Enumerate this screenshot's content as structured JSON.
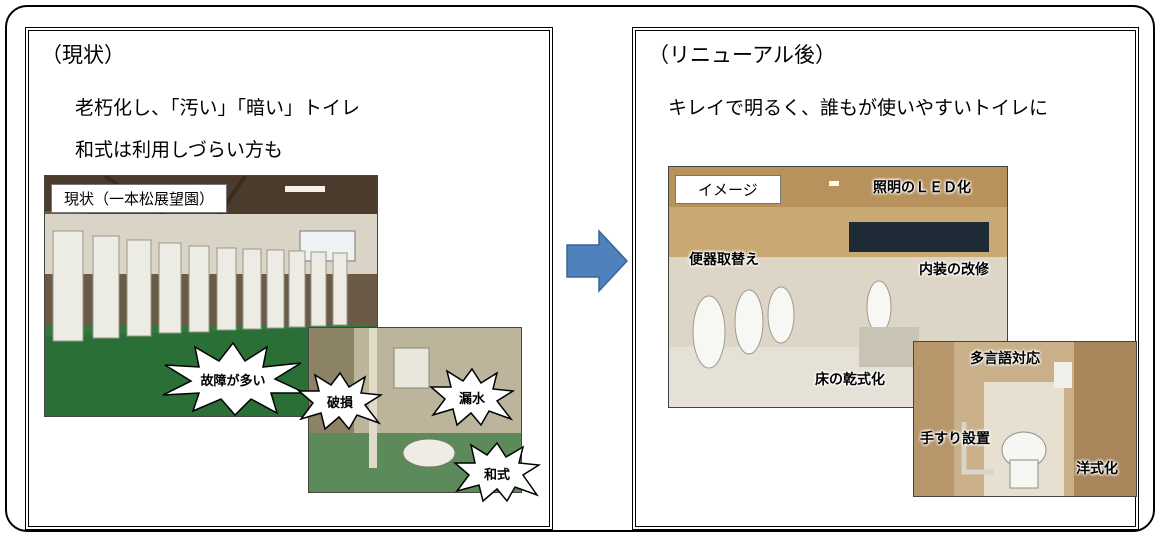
{
  "left": {
    "heading": "（現状）",
    "lines": [
      "老朽化し、「汚い」「暗い」トイレ",
      "和式は利用しづらい方も"
    ],
    "photo_label": "現状（一本松展望園）",
    "bursts": [
      "故障が多い",
      "破損",
      "漏水",
      "和式"
    ]
  },
  "right": {
    "heading": "（リニューアル後）",
    "lines": [
      "キレイで明るく、誰もが使いやすいトイレに"
    ],
    "photo_label": "イメージ",
    "callouts": [
      "照明のＬＥＤ化",
      "便器取替え",
      "内装の改修",
      "床の乾式化",
      "多言語対応",
      "手すり設置",
      "洋式化"
    ]
  },
  "colors": {
    "arrow": "#4f81bd",
    "floor_green": "#2f7a3a",
    "wood": "#caa873"
  }
}
